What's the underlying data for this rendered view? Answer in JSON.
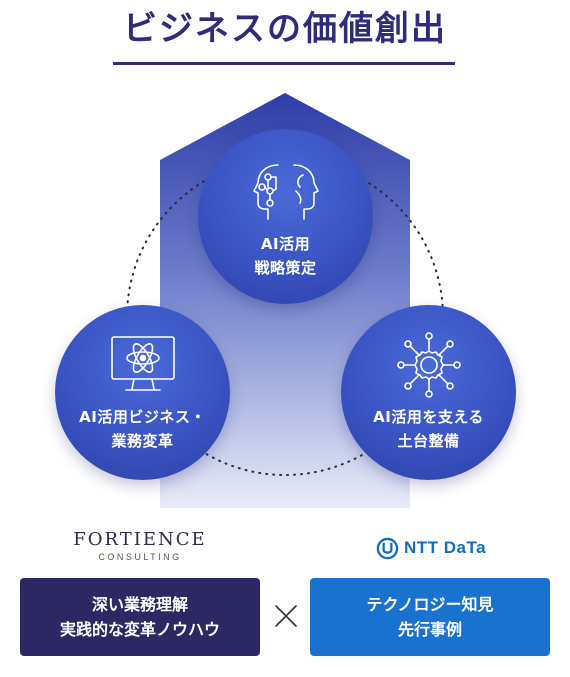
{
  "title": "ビジネスの価値創出",
  "circles": {
    "top": {
      "line1": "AI活用",
      "line2": "戦略策定"
    },
    "left": {
      "line1": "AI活用ビジネス・",
      "line2": "業務変革"
    },
    "right": {
      "line1": "AI活用を支える",
      "line2": "土台整備"
    }
  },
  "logos": {
    "fortience": {
      "name": "FORTIENCE",
      "sub": "CONSULTING"
    },
    "ntt": {
      "name": "NTT DaTa"
    }
  },
  "boxes": {
    "left": {
      "line1": "深い業務理解",
      "line2": "実践的な変革ノウハウ"
    },
    "right": {
      "line1": "テクノロジー知見",
      "line2": "先行事例"
    }
  },
  "colors": {
    "title": "#2f2c7c",
    "circle": "#3a53c2",
    "box_left": "#2b2863",
    "box_right": "#1a72d0",
    "ntt_blue": "#0f6ec4"
  },
  "icons": [
    "ai-head-profile-icon",
    "atom-monitor-icon",
    "network-gear-icon",
    "times-icon",
    "ntt-logo-icon"
  ]
}
